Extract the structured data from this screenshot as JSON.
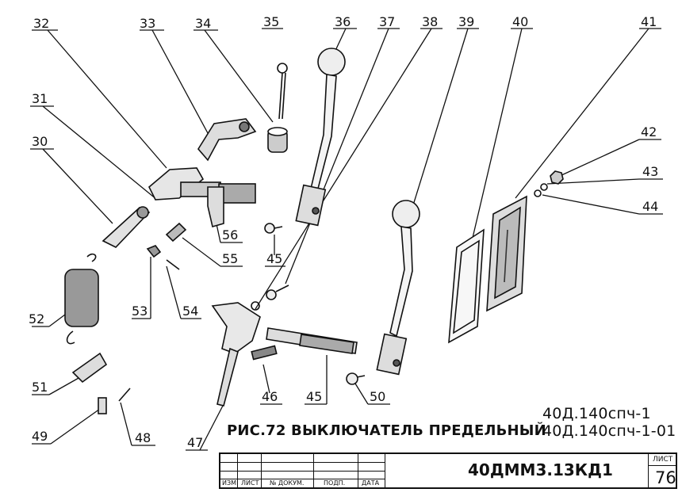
{
  "callouts": [
    {
      "id": "c30",
      "text": "30"
    },
    {
      "id": "c31",
      "text": "31"
    },
    {
      "id": "c32",
      "text": "32"
    },
    {
      "id": "c33",
      "text": "33"
    },
    {
      "id": "c34",
      "text": "34"
    },
    {
      "id": "c35",
      "text": "35"
    },
    {
      "id": "c36",
      "text": "36"
    },
    {
      "id": "c37",
      "text": "37"
    },
    {
      "id": "c38",
      "text": "38"
    },
    {
      "id": "c39",
      "text": "39"
    },
    {
      "id": "c40",
      "text": "40"
    },
    {
      "id": "c41",
      "text": "41"
    },
    {
      "id": "c42",
      "text": "42"
    },
    {
      "id": "c43",
      "text": "43"
    },
    {
      "id": "c44",
      "text": "44"
    },
    {
      "id": "c45a",
      "text": "45"
    },
    {
      "id": "c45b",
      "text": "45"
    },
    {
      "id": "c46",
      "text": "46"
    },
    {
      "id": "c47",
      "text": "47"
    },
    {
      "id": "c48",
      "text": "48"
    },
    {
      "id": "c49",
      "text": "49"
    },
    {
      "id": "c50",
      "text": "50"
    },
    {
      "id": "c51",
      "text": "51"
    },
    {
      "id": "c52",
      "text": "52"
    },
    {
      "id": "c53",
      "text": "53"
    },
    {
      "id": "c54",
      "text": "54"
    },
    {
      "id": "c55",
      "text": "55"
    },
    {
      "id": "c56",
      "text": "56"
    }
  ],
  "caption": {
    "title": "РИС.72 ВЫКЛЮЧАТЕЛЬ ПРЕДЕЛЬНЫЙ",
    "code_1": "40Д.140спч-1",
    "code_2": "40Д.140спч-1-01"
  },
  "title_block": {
    "col_izm": "ИЗМ",
    "col_list": "ЛИСТ",
    "col_docnum": "№ ДОКУМ.",
    "col_sign": "ПОДП.",
    "col_date": "ДАТА",
    "document_number": "40ДММ3.13КД1",
    "sheet_label": "ЛИСТ",
    "sheet_number": "76"
  }
}
